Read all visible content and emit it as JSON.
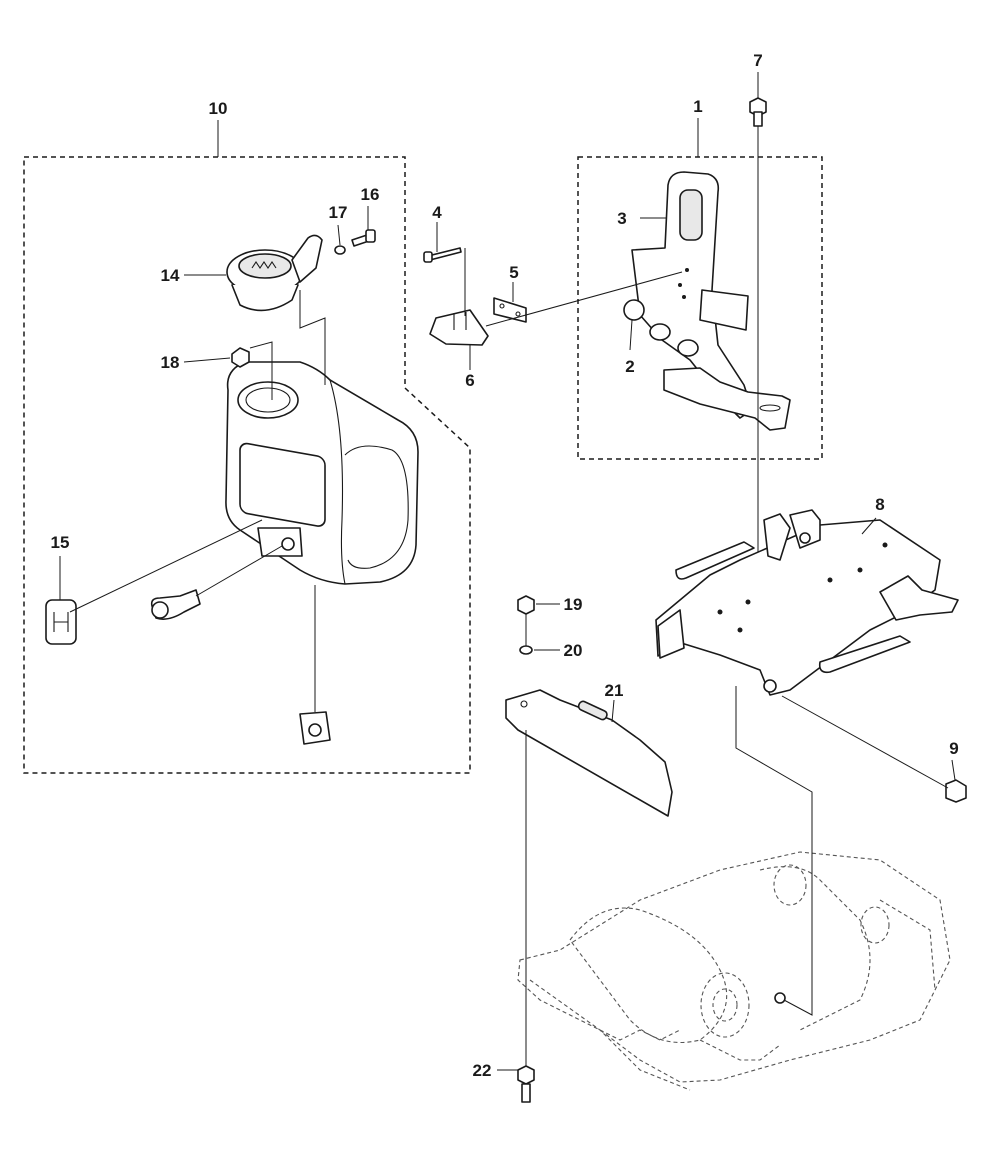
{
  "callouts": {
    "c1": "1",
    "c2": "2",
    "c3": "3",
    "c4": "4",
    "c5": "5",
    "c6": "6",
    "c7": "7",
    "c8": "8",
    "c9": "9",
    "c10": "10",
    "c14": "14",
    "c15": "15",
    "c16": "16",
    "c17": "17",
    "c18": "18",
    "c19": "19",
    "c20": "20",
    "c21": "21",
    "c22": "22"
  },
  "colors": {
    "line": "#1a1a1a",
    "background": "#ffffff",
    "ghost": "#555555"
  }
}
